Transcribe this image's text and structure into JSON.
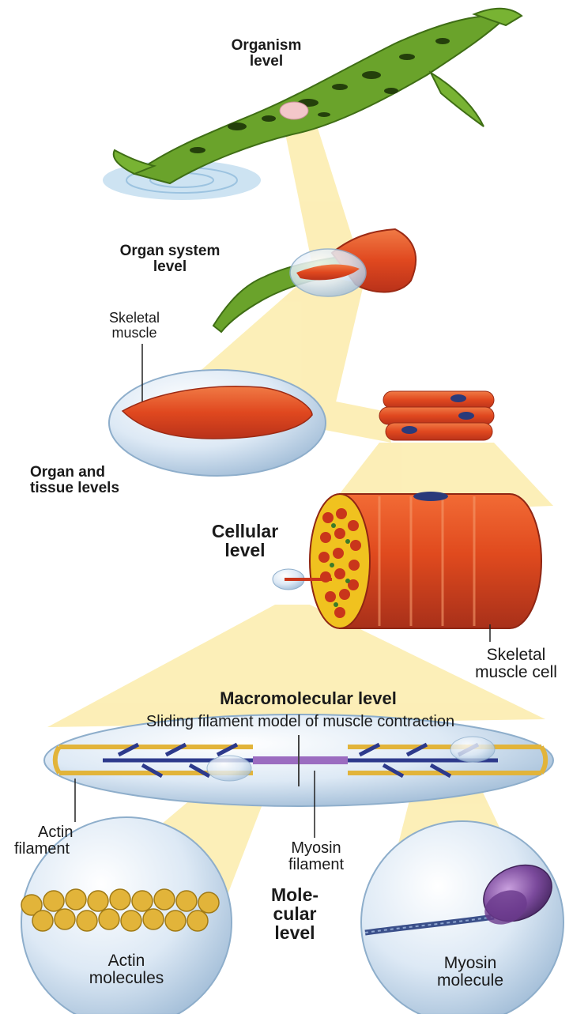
{
  "levels": {
    "organism": [
      "Organism",
      "level"
    ],
    "organ_system": [
      "Organ system",
      "level"
    ],
    "organ_tissue": [
      "Organ and",
      "tissue levels"
    ],
    "cellular": [
      "Cellular",
      "level"
    ],
    "macromolecular": "Macromolecular level",
    "molecular": [
      "Mole-",
      "cular",
      "level"
    ]
  },
  "callouts": {
    "skeletal_muscle": [
      "Skeletal",
      "muscle"
    ],
    "skeletal_muscle_cell": [
      "Skeletal",
      "muscle cell"
    ],
    "sliding_filament": "Sliding filament model of muscle contraction",
    "actin_filament": [
      "Actin",
      "filament"
    ],
    "myosin_filament": [
      "Myosin",
      "filament"
    ],
    "actin_molecules": [
      "Actin",
      "molecules"
    ],
    "myosin_molecule": [
      "Myosin",
      "molecule"
    ]
  },
  "colors": {
    "beam": "#fbe9a0",
    "muscle": "#e8532a",
    "frog": "#6aa32b",
    "bubble": "#c9dcef",
    "myosin": "#7b4a9c",
    "actin": "#e2b43a"
  }
}
